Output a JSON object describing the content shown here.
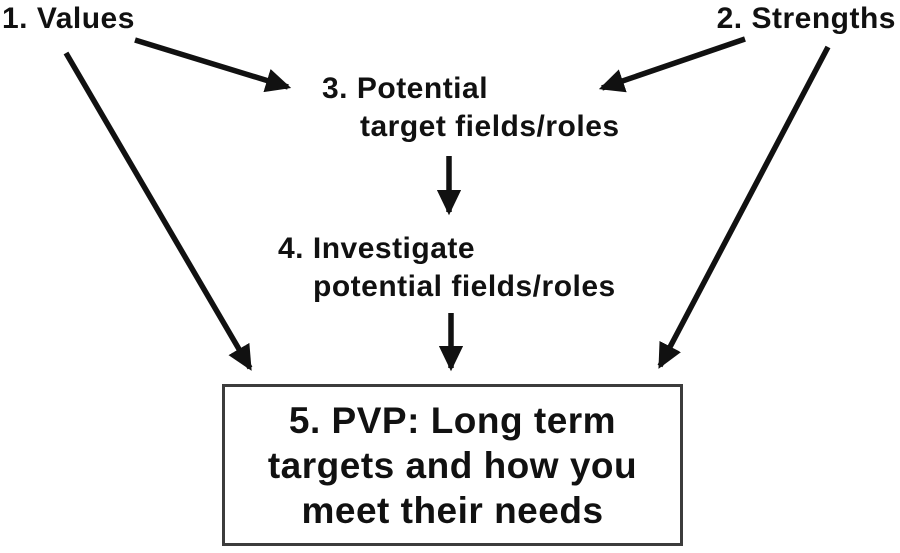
{
  "diagram": {
    "background_color": "#ffffff",
    "text_color": "#111111",
    "arrow_color": "#111111",
    "box_border_color": "#3c3c3c",
    "nodes": {
      "values": {
        "label": "1. Values"
      },
      "strengths": {
        "label": "2. Strengths"
      },
      "potential": {
        "line1": "3. Potential",
        "line2": "target fields/roles"
      },
      "investigate": {
        "line1": "4. Investigate",
        "line2": "potential fields/roles"
      },
      "pvp": {
        "line1": "5. PVP: Long term",
        "line2": "targets and how you",
        "line3": "meet their needs"
      }
    },
    "edges": [
      {
        "from": "values",
        "to": "potential"
      },
      {
        "from": "strengths",
        "to": "potential"
      },
      {
        "from": "potential",
        "to": "investigate"
      },
      {
        "from": "investigate",
        "to": "pvp"
      },
      {
        "from": "values",
        "to": "pvp"
      },
      {
        "from": "strengths",
        "to": "pvp"
      }
    ]
  }
}
